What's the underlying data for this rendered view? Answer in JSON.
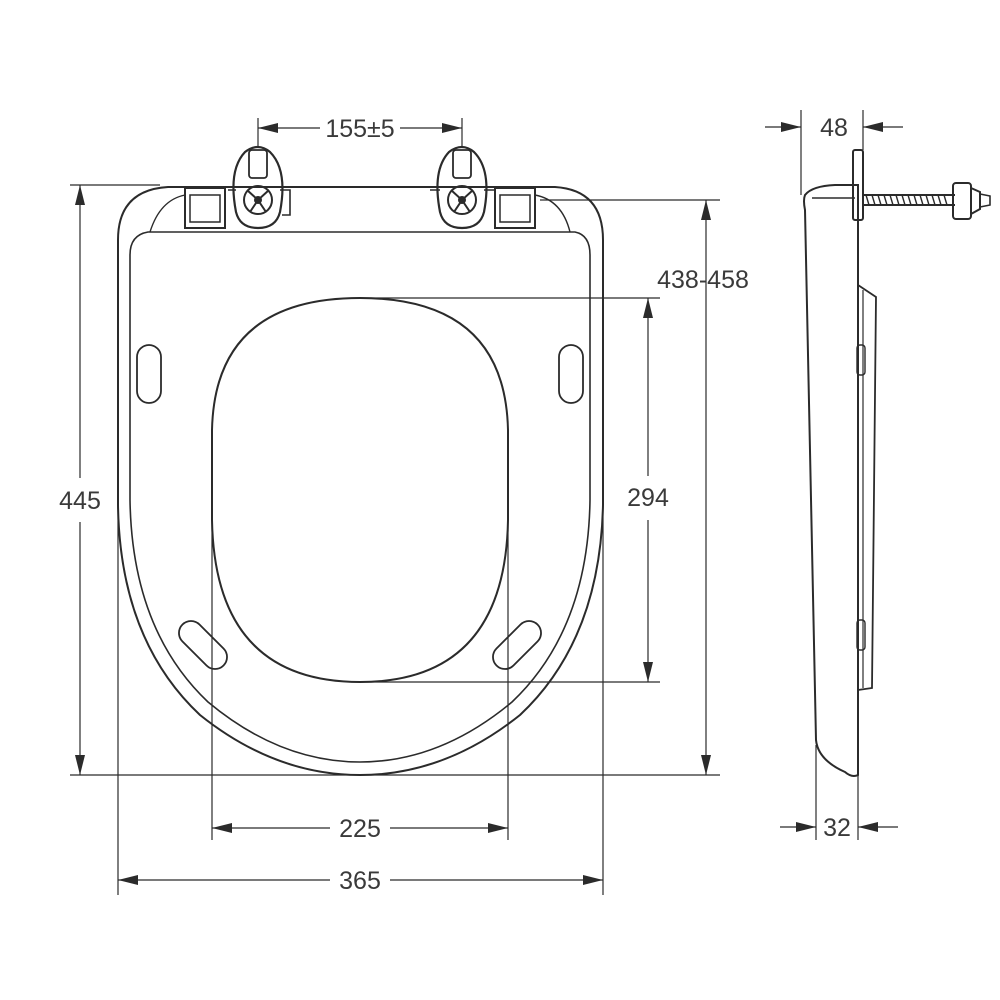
{
  "drawing": {
    "dimensions": {
      "hinge_spacing": "155±5",
      "fixing_range": "438-458",
      "overall_length": "445",
      "opening_length": "294",
      "opening_width": "225",
      "overall_width": "365",
      "hinge_depth": "48",
      "seat_thickness": "32"
    },
    "colors": {
      "line": "#2b2b2b",
      "text": "#3a3a3a",
      "background": "#ffffff"
    }
  }
}
